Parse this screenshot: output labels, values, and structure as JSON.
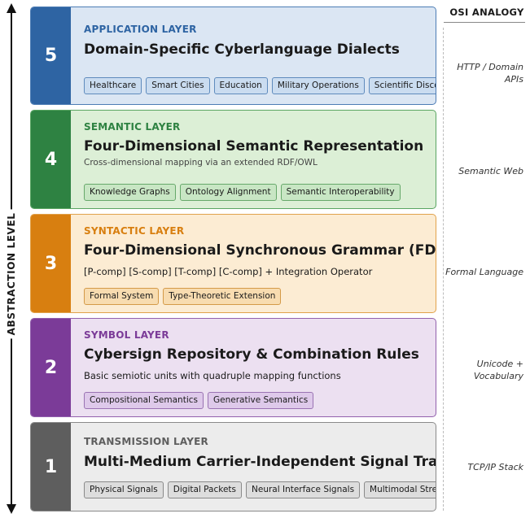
{
  "axis_label": "ABSTRACTION LEVEL",
  "analogy_header": "OSI ANALOGY",
  "layers": [
    {
      "number": "5",
      "name": "APPLICATION LAYER",
      "title": "Domain-Specific Cyberlanguage Dialects",
      "description": "",
      "tags": [
        "Healthcare",
        "Smart Cities",
        "Education",
        "Military Operations",
        "Scientific Discovery"
      ],
      "analogy": "HTTP / Domain APIs",
      "colors": {
        "bg": "#dbe6f3",
        "border": "#4d7db5",
        "accent": "#2e64a3",
        "tag_bg": "#cadcf0",
        "tag_border": "#5f8bbd"
      }
    },
    {
      "number": "4",
      "name": "SEMANTIC LAYER",
      "title": "Four-Dimensional Semantic Representation",
      "description": "Cross-dimensional mapping via an extended RDF/OWL",
      "tags": [
        "Knowledge Graphs",
        "Ontology Alignment",
        "Semantic Interoperability"
      ],
      "analogy": "Semantic Web",
      "colors": {
        "bg": "#dcefd6",
        "border": "#5aa562",
        "accent": "#2e8242",
        "tag_bg": "#c8e6c4",
        "tag_border": "#66a86a"
      }
    },
    {
      "number": "3",
      "name": "SYNTACTIC LAYER",
      "title": "Four-Dimensional Synchronous Grammar (FDSG)",
      "description": "[P-comp] [S-comp] [T-comp] [C-comp] + Integration Operator",
      "tags": [
        "Formal System",
        "Type-Theoretic Extension"
      ],
      "analogy": "Formal Language",
      "colors": {
        "bg": "#fcecd3",
        "border": "#e1a24b",
        "accent": "#d87f10",
        "tag_bg": "#f8dcb0",
        "tag_border": "#d49a48"
      }
    },
    {
      "number": "2",
      "name": "SYMBOL LAYER",
      "title": "Cybersign Repository & Combination Rules",
      "description": "Basic semiotic units with quadruple mapping functions",
      "tags": [
        "Compositional Semantics",
        "Generative Semantics"
      ],
      "analogy": "Unicode + Vocabulary",
      "colors": {
        "bg": "#ece0f1",
        "border": "#9260ad",
        "accent": "#7b3b98",
        "tag_bg": "#dec9ea",
        "tag_border": "#9a73b3"
      }
    },
    {
      "number": "1",
      "name": "TRANSMISSION LAYER",
      "title": "Multi-Medium Carrier-Independent Signal Transport",
      "description": "",
      "tags": [
        "Physical Signals",
        "Digital Packets",
        "Neural Interface Signals",
        "Multimodal Streams"
      ],
      "analogy": "TCP/IP Stack",
      "colors": {
        "bg": "#ececec",
        "border": "#8a8a8a",
        "accent": "#5e5e5e",
        "tag_bg": "#dddddd",
        "tag_border": "#8a8a8a"
      }
    }
  ]
}
